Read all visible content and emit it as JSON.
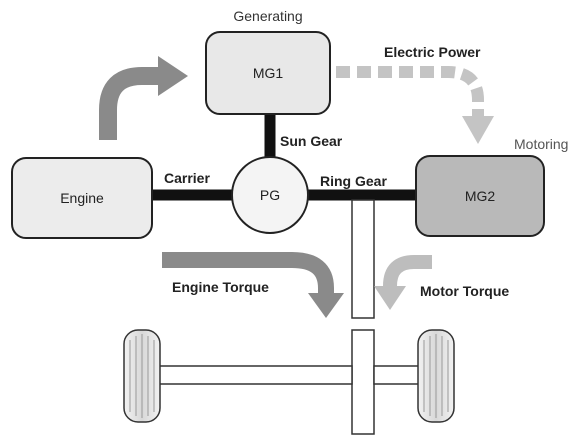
{
  "diagram": {
    "nodes": {
      "mg1": {
        "label": "MG1",
        "state": "Generating",
        "fill": "#e8e8e8"
      },
      "mg2": {
        "label": "MG2",
        "state": "Motoring",
        "fill": "#b9b9b9"
      },
      "engine": {
        "label": "Engine",
        "fill": "#ececec"
      },
      "pg": {
        "label": "PG",
        "fill": "#f4f4f4"
      }
    },
    "connections": {
      "sun_gear": "Sun Gear",
      "carrier": "Carrier",
      "ring_gear": "Ring Gear"
    },
    "flows": {
      "electric_power": "Electric Power",
      "engine_torque": "Engine Torque",
      "motor_torque": "Motor Torque"
    },
    "colors": {
      "shaft": "#111111",
      "box_stroke": "#222222",
      "flow_arrow": "#8a8a8a",
      "electric_arrow": "#c4c4c4",
      "motor_arrow": "#bdbdbd"
    }
  }
}
